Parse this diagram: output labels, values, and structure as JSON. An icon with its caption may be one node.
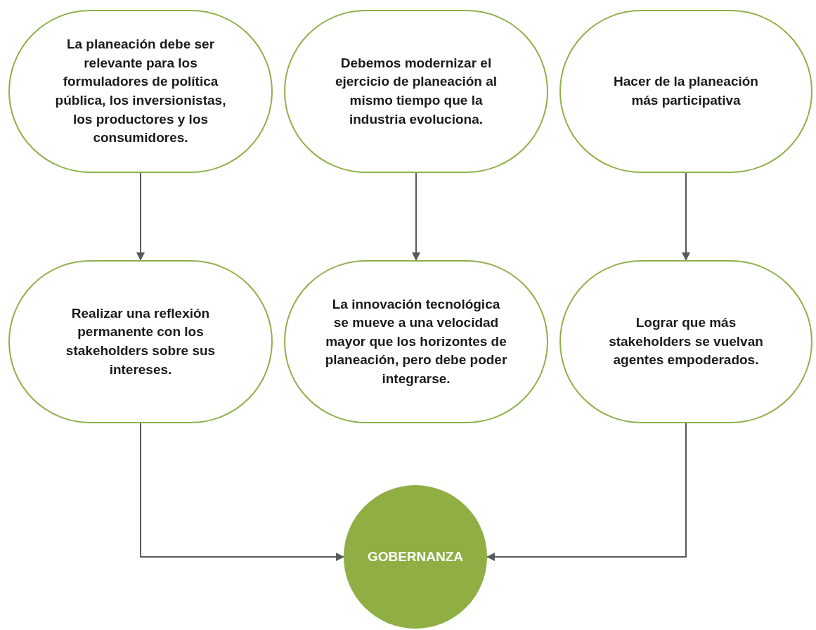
{
  "diagram": {
    "nodes": [
      {
        "text": [
          "La planeación debe ser relevante para los formuladores de política pública, los inversionistas, los  productores y los consumidores."
        ]
      },
      {
        "text": [
          "Debemos modernizar el ejercicio de planeación al  mismo tiempo que la industria evoluciona."
        ]
      },
      {
        "text": [
          "Hacer de la planeación más participativa"
        ]
      },
      {
        "text": [
          "Realizar una reflexión permanente con los stakeholders sobre sus intereses."
        ]
      },
      {
        "text": [
          "La innovación tecnológica se mueve a una velocidad mayor que los horizontes de planeación, pero debe poder integrarse."
        ]
      },
      {
        "text": [
          "Lograr que más stakeholders se vuelvan agentes empoderados."
        ]
      },
      {
        "text": [
          "GOBERNANZA"
        ]
      }
    ],
    "edges": [
      {
        "from": 0,
        "to": 3,
        "arrow": "to"
      },
      {
        "from": 1,
        "to": 4,
        "arrow": "to"
      },
      {
        "from": 2,
        "to": 5,
        "arrow": "to"
      },
      {
        "from": 3,
        "to": 6,
        "arrow": "to"
      },
      {
        "from": 5,
        "to": 6,
        "arrow": "to"
      }
    ]
  }
}
